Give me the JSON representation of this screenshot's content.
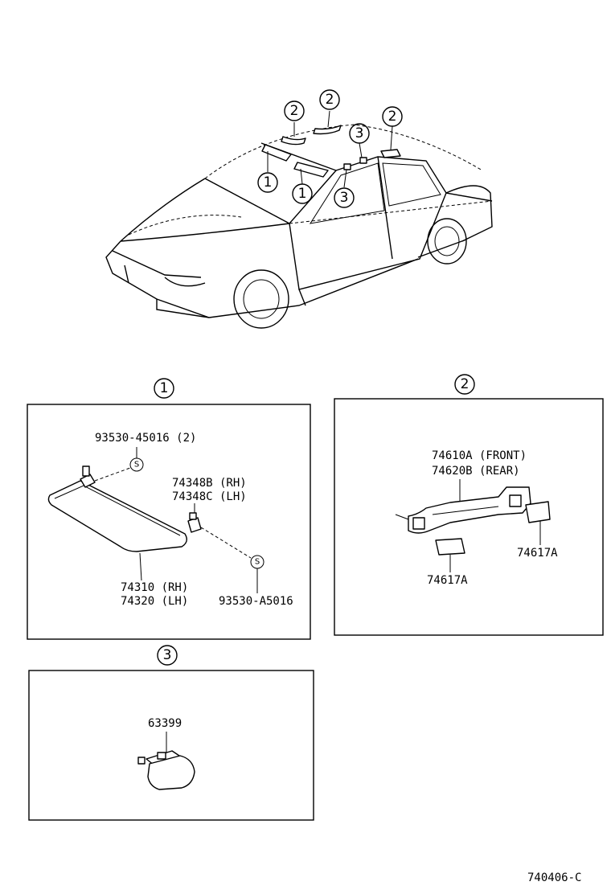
{
  "callouts": {
    "visor": "1",
    "grip": "2",
    "lamp": "3"
  },
  "panel1": {
    "screw_top": "93530-45016 (2)",
    "holder_rh": "74348B (RH)",
    "holder_lh": "74348C (LH)",
    "visor_rh": "74310 (RH)",
    "visor_lh": "74320 (LH)",
    "screw_bottom": "93530-A5016",
    "screw_symbol": "S"
  },
  "panel2": {
    "grip_front": "74610A (FRONT)",
    "grip_rear": "74620B (REAR)",
    "cover_right": "74617A",
    "cover_left": "74617A"
  },
  "panel3": {
    "lamp_part": "63399"
  },
  "figure_code": "740406-C"
}
